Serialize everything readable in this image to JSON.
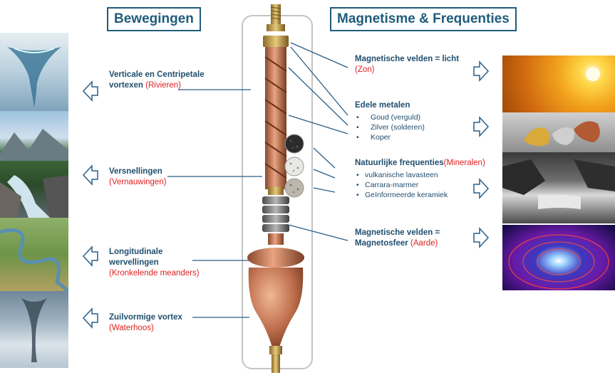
{
  "titles": {
    "left": "Bewegingen",
    "right": "Magnetisme & Frequenties"
  },
  "left_labels": [
    {
      "head": "Verticale en Centripetale vortexen",
      "sub": "(Rivieren)"
    },
    {
      "head": "Versnellingen",
      "sub": "(Vernauwingen)"
    },
    {
      "head": "Longitudinale wervellingen",
      "sub": "(Kronkelende meanders)"
    },
    {
      "head": "Zuilvormige vortex",
      "sub": "(Waterhoos)"
    }
  ],
  "right_labels": {
    "light": {
      "head": "Magnetische velden = licht",
      "sub": "(Zon)"
    },
    "metals": {
      "head": "Edele metalen",
      "items": [
        "Goud (verguld)",
        "Zilver (solderen)",
        "Koper"
      ]
    },
    "frequencies": {
      "head": "Natuurlijke frequenties",
      "sub": "(Mineralen)",
      "items": [
        "vulkanische lavasteen",
        "Carrara-marmer",
        "Geïnformeerde keramiek"
      ]
    },
    "magnetosphere": {
      "head": "Magnetische velden = Magnetosfeer",
      "sub": "(Aarde)"
    }
  },
  "colors": {
    "title_border": "#1f5c7a",
    "heading_text": "#1f4e6e",
    "sub_text": "#e02020",
    "line": "#2a5f88",
    "copper": "#c0704e"
  },
  "icons": {
    "left_arrow": "outline-left-arrow",
    "right_arrow": "outline-right-arrow"
  }
}
